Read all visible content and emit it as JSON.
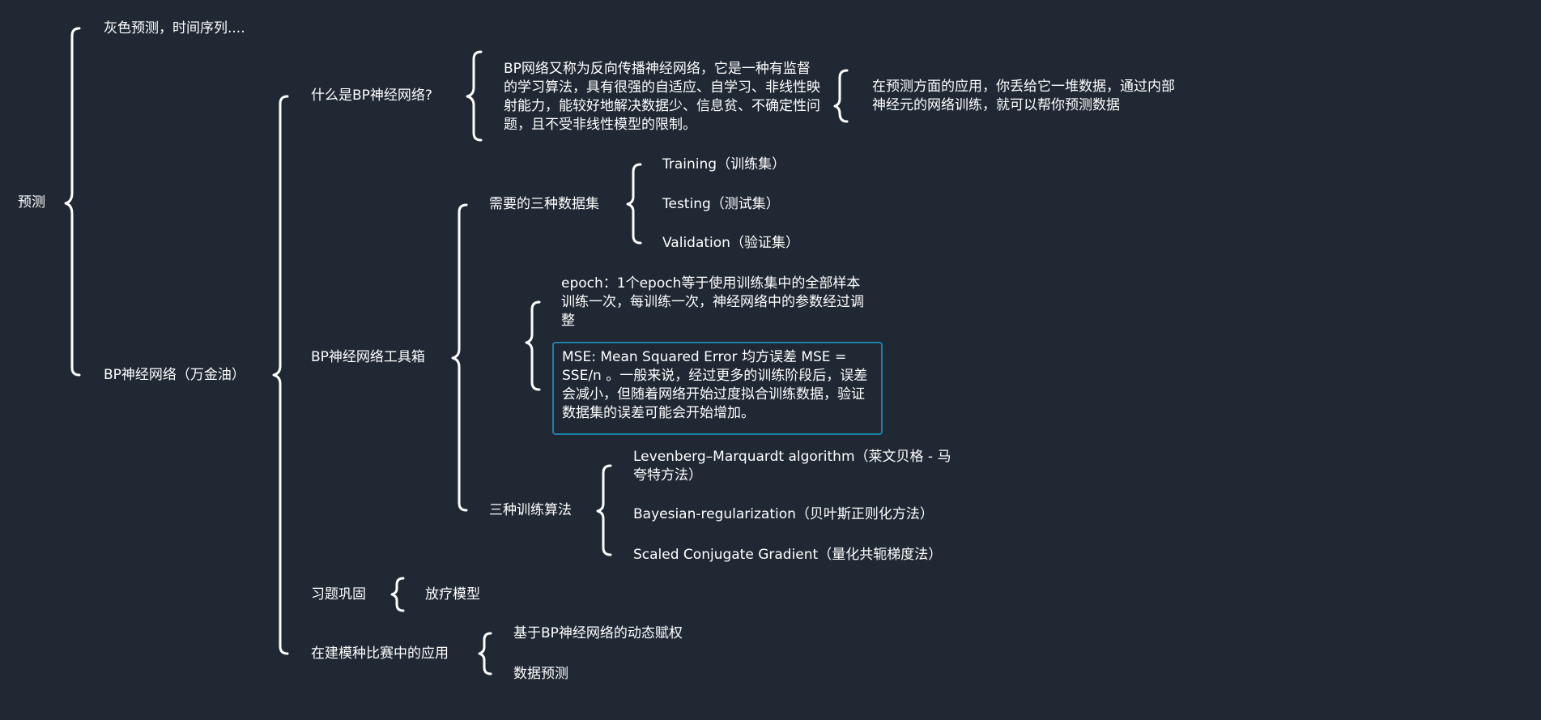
{
  "mindmap": {
    "root": "预测",
    "gray_prediction": "灰色预测，时间序列....",
    "bp_network": "BP神经网络（万金油）",
    "what_is_bp": "什么是BP神经网络?",
    "bp_definition": "BP网络又称为反向传播神经网络，它是一种有监督的学习算法，具有很强的自适应、自学习、非线性映射能力，能较好地解决数据少、信息贫、不确定性问题，且不受非线性模型的限制。",
    "prediction_application": "在预测方面的应用，你丢给它一堆数据，通过内部神经元的网络训练，就可以帮你预测数据",
    "toolbox": "BP神经网络工具箱",
    "three_datasets": "需要的三种数据集",
    "training_set": "Training（训练集）",
    "testing_set": "Testing（测试集）",
    "validation_set": "Validation（验证集）",
    "epoch_note": "epoch：1个epoch等于使用训练集中的全部样本训练一次，每训练一次，神经网络中的参数经过调整",
    "mse_note": "MSE: Mean Squared Error 均方误差 MSE = SSE/n 。一般来说，经过更多的训练阶段后，误差会减小，但随着网络开始过度拟合训练数据，验证数据集的误差可能会开始增加。",
    "three_algorithms": "三种训练算法",
    "lm_algorithm": "Levenberg–Marquardt algorithm（莱文贝格 - 马夸特方法）",
    "bayesian": "Bayesian-regularization（贝叶斯正则化方法）",
    "scg": "Scaled Conjugate Gradient（量化共轭梯度法）",
    "exercise": "习题巩固",
    "radiotherapy_model": "放疗模型",
    "competition_application": "在建模种比赛中的应用",
    "dynamic_weighting": "基于BP神经网络的动态赋权",
    "data_prediction": "数据预测"
  },
  "colors": {
    "background": "#1f2833",
    "text": "#ffffff",
    "highlight_border": "#1e7fa6"
  }
}
